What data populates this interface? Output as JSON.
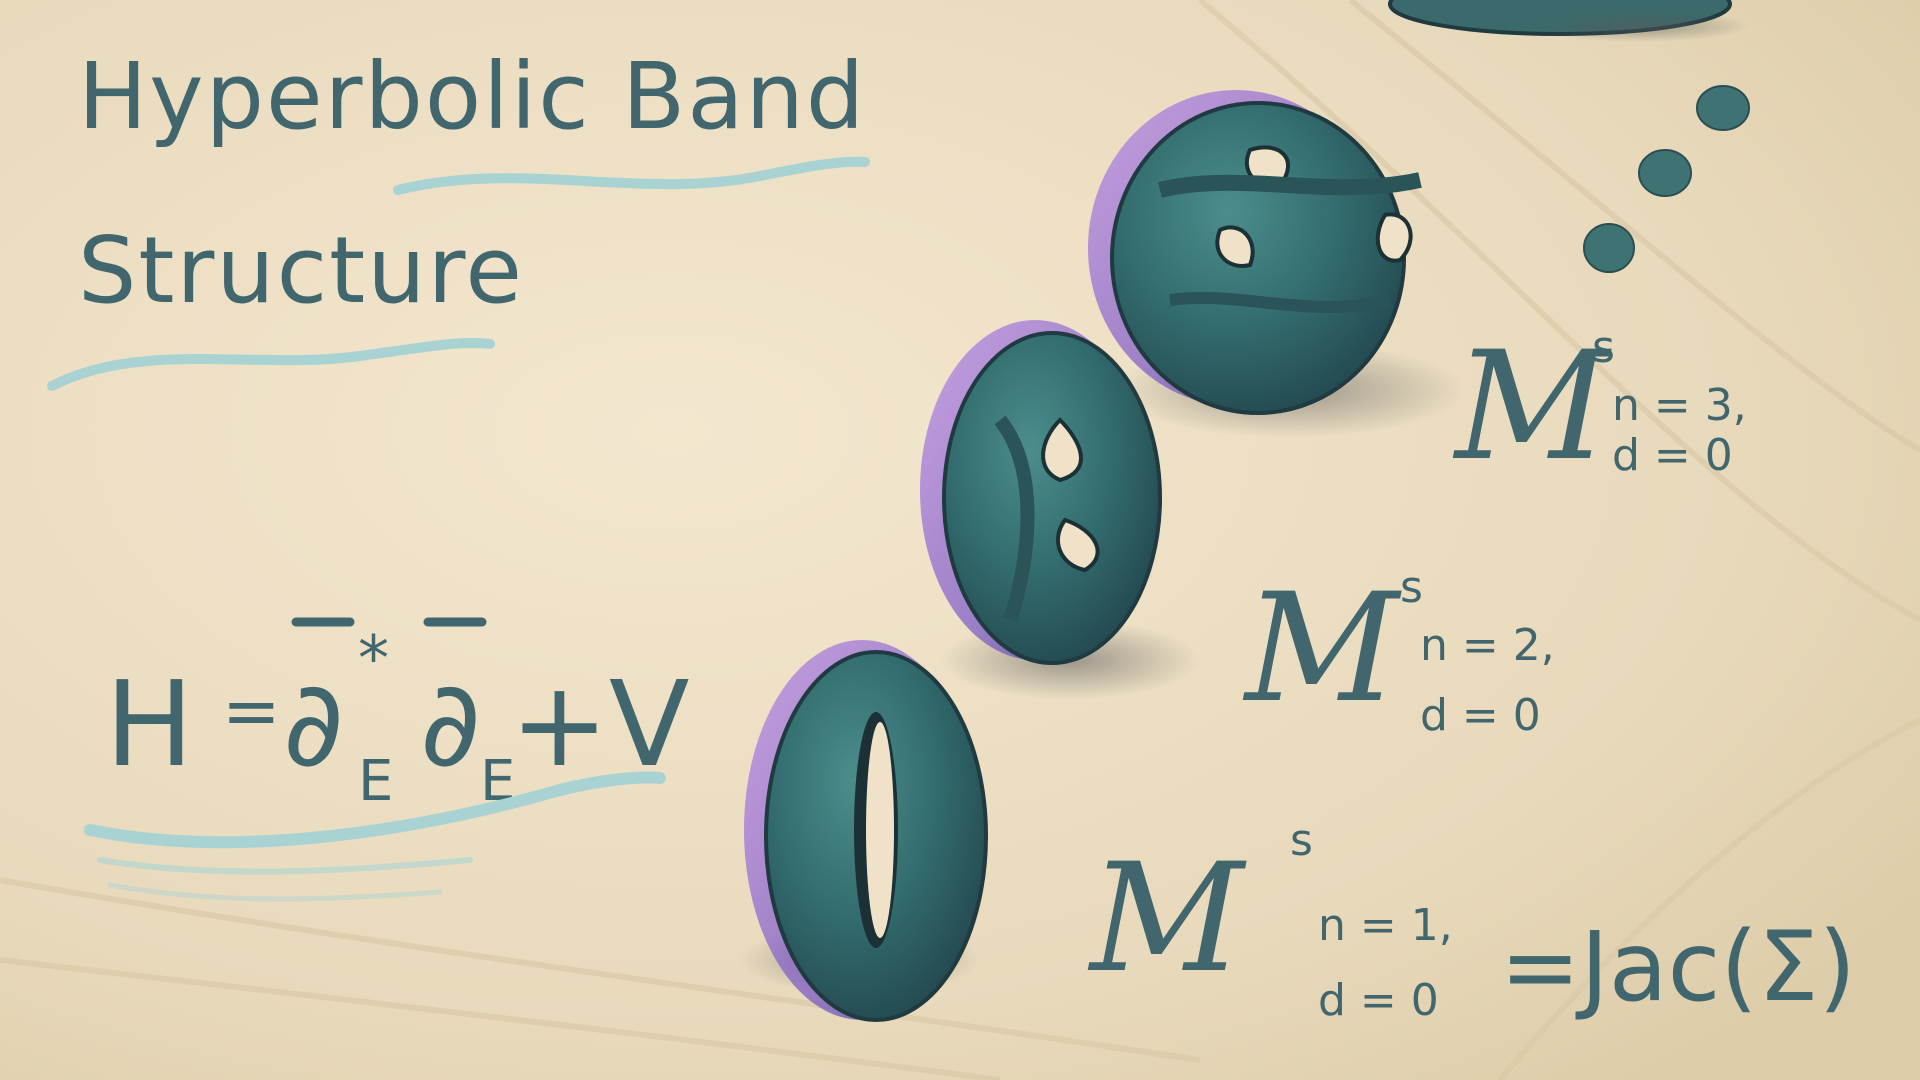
{
  "title": {
    "line1": "Hyperbolic Band",
    "line2": "Structure"
  },
  "hamiltonian": {
    "H": "H",
    "eq": "=",
    "del1": "∂",
    "star": "*",
    "sub1": "E",
    "del2": "∂",
    "sub2": "E",
    "plus_v": "+V"
  },
  "moduli": [
    {
      "symbol": "M",
      "sup": "s",
      "n": "n = 1,",
      "d": "d = 0",
      "rhs": "=Jac(Σ)"
    },
    {
      "symbol": "M",
      "sup": "s",
      "n": "n = 2,",
      "d": "d = 0"
    },
    {
      "symbol": "M",
      "sup": "s",
      "n": "n = 3,",
      "d": "d = 0"
    }
  ],
  "colors": {
    "background": "#efe2c8",
    "ink": "#41666d",
    "accent_wave": "#a9d3d3",
    "surface_teal": "#3b7677",
    "surface_purple": "#9a6fd6"
  },
  "shapes": [
    "torus-genus-1",
    "surface-genus-2",
    "surface-genus-3",
    "surface-genus-4-partial"
  ],
  "icons": [
    "ellipsis-dots"
  ]
}
